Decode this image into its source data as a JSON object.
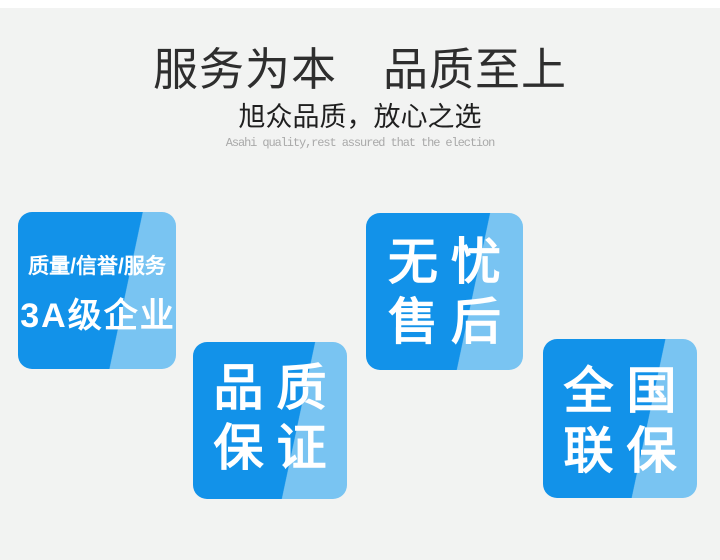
{
  "header": {
    "title": "服务为本　品质至上",
    "subtitle": "旭众品质，放心之选",
    "subtitle_en": "Asahi quality,rest assured that the election"
  },
  "badges": [
    {
      "name": "3a-enterprise",
      "line1": "质量/信誉/服务",
      "line2": "3A级企业"
    },
    {
      "name": "quality-guarantee",
      "line1": "品质",
      "line2": "保证"
    },
    {
      "name": "worry-free-after-sale",
      "line1": "无忧",
      "line2": "售后"
    },
    {
      "name": "nationwide-warranty",
      "line1": "全国",
      "line2": "联保"
    }
  ],
  "colors": {
    "background": "#f2f3f2",
    "top_strip": "#ffffff",
    "title": "#2e2e2e",
    "subtitle": "#1f1f1f",
    "subtitle_en": "#a9a9a9",
    "badge_primary": "#1292e9",
    "badge_highlight": "#79c4f2",
    "badge_text": "#ffffff"
  }
}
